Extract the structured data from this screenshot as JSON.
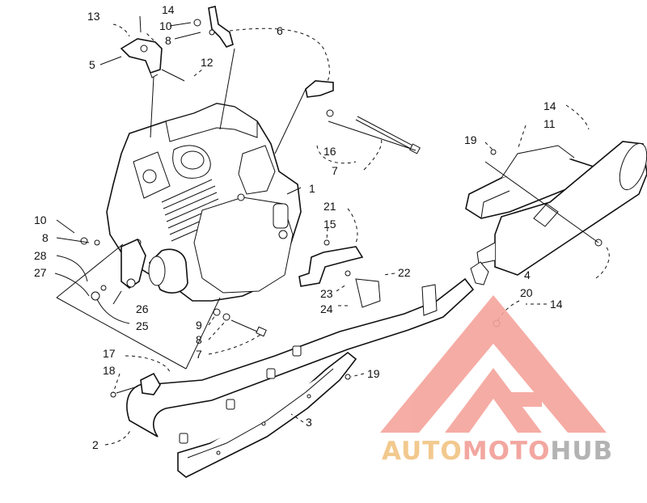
{
  "callouts": [
    {
      "id": "c13",
      "text": "13"
    },
    {
      "id": "c14a",
      "text": "14"
    },
    {
      "id": "c10a",
      "text": "10"
    },
    {
      "id": "c8a",
      "text": "8"
    },
    {
      "id": "c6",
      "text": "6"
    },
    {
      "id": "c5",
      "text": "5"
    },
    {
      "id": "c12",
      "text": "12"
    },
    {
      "id": "c14b",
      "text": "14"
    },
    {
      "id": "c11",
      "text": "11"
    },
    {
      "id": "c19a",
      "text": "19"
    },
    {
      "id": "c16",
      "text": "16"
    },
    {
      "id": "c7a",
      "text": "7"
    },
    {
      "id": "c1",
      "text": "1"
    },
    {
      "id": "c21",
      "text": "21"
    },
    {
      "id": "c15",
      "text": "15"
    },
    {
      "id": "c10b",
      "text": "10"
    },
    {
      "id": "c8b",
      "text": "8"
    },
    {
      "id": "c28",
      "text": "28"
    },
    {
      "id": "c27",
      "text": "27"
    },
    {
      "id": "c22",
      "text": "22"
    },
    {
      "id": "c4",
      "text": "4"
    },
    {
      "id": "c20",
      "text": "20"
    },
    {
      "id": "c14c",
      "text": "14"
    },
    {
      "id": "c23",
      "text": "23"
    },
    {
      "id": "c24",
      "text": "24"
    },
    {
      "id": "c26",
      "text": "26"
    },
    {
      "id": "c25",
      "text": "25"
    },
    {
      "id": "c9",
      "text": "9"
    },
    {
      "id": "c8c",
      "text": "8"
    },
    {
      "id": "c7b",
      "text": "7"
    },
    {
      "id": "c17",
      "text": "17"
    },
    {
      "id": "c18",
      "text": "18"
    },
    {
      "id": "c19b",
      "text": "19"
    },
    {
      "id": "c3",
      "text": "3"
    },
    {
      "id": "c2",
      "text": "2"
    }
  ],
  "watermark": {
    "part1": "AUTO",
    "part2": "MOTO",
    "part3": "HUB",
    "colors": {
      "auto": "#f2c98e",
      "moto": "#f2a7a0",
      "hub": "#b3b3b3",
      "logo": "#f4a49b"
    }
  }
}
